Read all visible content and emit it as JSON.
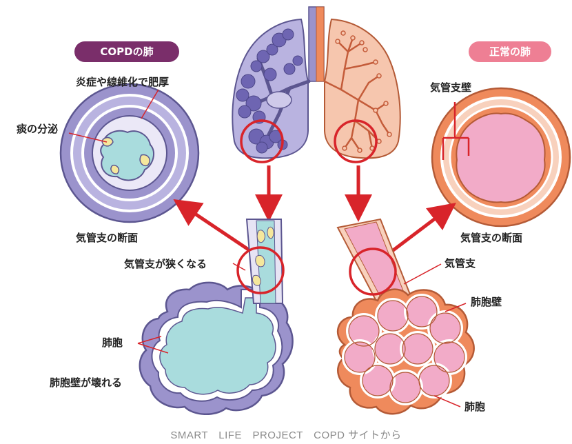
{
  "copd": {
    "title": "COPDの肺",
    "title_color": "#7a2e6a",
    "label_thickening": "炎症や線維化で肥厚",
    "label_mucus": "痰の分泌",
    "label_section": "気管支の断面",
    "label_narrowing": "気管支が狭くなる",
    "label_alveoli": "肺胞",
    "label_wall_broken": "肺胞壁が壊れる"
  },
  "normal": {
    "title": "正常の肺",
    "title_color": "#ee7f94",
    "label_bronchial_wall": "気管支壁",
    "label_section": "気管支の断面",
    "label_bronchus": "気管支",
    "label_alveolar_wall": "肺胞壁",
    "label_alveoli": "肺胞"
  },
  "colors": {
    "copd_purple": "#9b93cc",
    "copd_dark_purple": "#6e65b2",
    "copd_cyan": "#a9dcdd",
    "normal_orange": "#ef8a5c",
    "normal_pink": "#f2abc8",
    "arrow_red": "#d8242a"
  },
  "footer": {
    "credit": "SMART　LIFE　PROJECT　COPD サイトから"
  }
}
